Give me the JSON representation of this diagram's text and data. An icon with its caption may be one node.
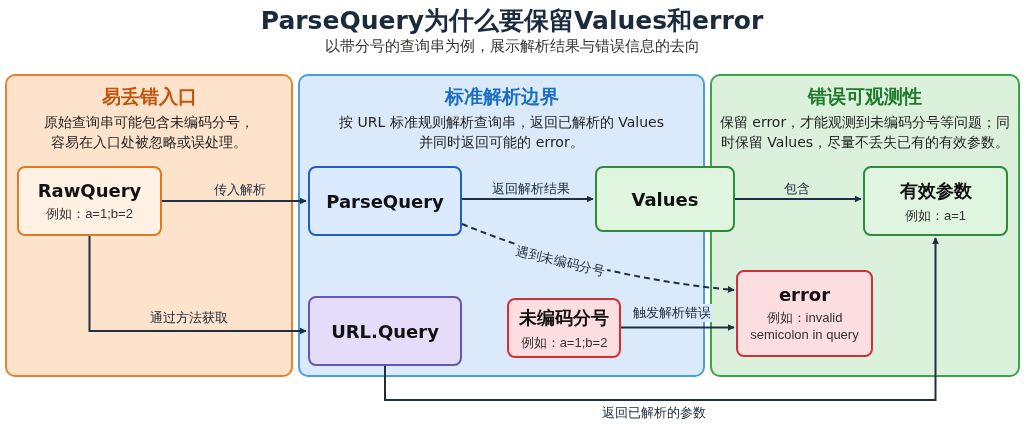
{
  "diagram": {
    "title": "ParseQuery为什么要保留Values和error",
    "nodes": [
      {
        "text": [
          "易丢错入口",
          "原始查询串可能包含未编码分号，容易在入口处被忽略或误处理。"
        ]
      },
      {
        "text": [
          "RawQuery",
          "例如：a=1;b=2"
        ],
        "in": 0
      },
      {
        "text": [
          "标准解析边界",
          "按 URL 标准规则解析查询串，返回已解析的 Values 并同时返回可能的 error。"
        ]
      },
      {
        "text": [
          "ParseQuery"
        ],
        "in": 2
      },
      {
        "text": [
          "URL.Query"
        ],
        "in": 2
      },
      {
        "text": [
          "未编码分号",
          "例如：a=1;b=2"
        ],
        "in": 2
      },
      {
        "text": [
          "错误可观测性",
          "保留 error，才能观测到未编码分号等问题；同时保留 Values，尽量不丢失已有的有效参数。"
        ]
      },
      {
        "text": [
          "Values"
        ]
      },
      {
        "text": [
          "有效参数",
          "例如：a=1"
        ],
        "in": 6
      },
      {
        "text": [
          "error",
          "例如：invalid semicolon in query"
        ],
        "in": 6
      }
    ],
    "edges": [
      {
        "from": 1,
        "to": 3,
        "arrow": "to",
        "label": "传入解析"
      },
      {
        "from": 1,
        "to": 4,
        "arrow": "to",
        "label": "通过方法获取"
      },
      {
        "from": 3,
        "to": 7,
        "arrow": "to",
        "label": "返回解析结果"
      },
      {
        "from": 7,
        "to": 8,
        "arrow": "to",
        "label": "包含"
      },
      {
        "from": 3,
        "to": 9,
        "arrow": "to",
        "label": "遇到未编码分号",
        "style": "dashed"
      },
      {
        "from": 5,
        "to": 9,
        "arrow": "to",
        "label": "触发解析错误"
      },
      {
        "from": 4,
        "to": 8,
        "arrow": "to",
        "label": "返回已解析的参数"
      }
    ],
    "labels": [
      "以带分号的查询串为例，展示解析结果与错误信息的去向"
    ]
  }
}
